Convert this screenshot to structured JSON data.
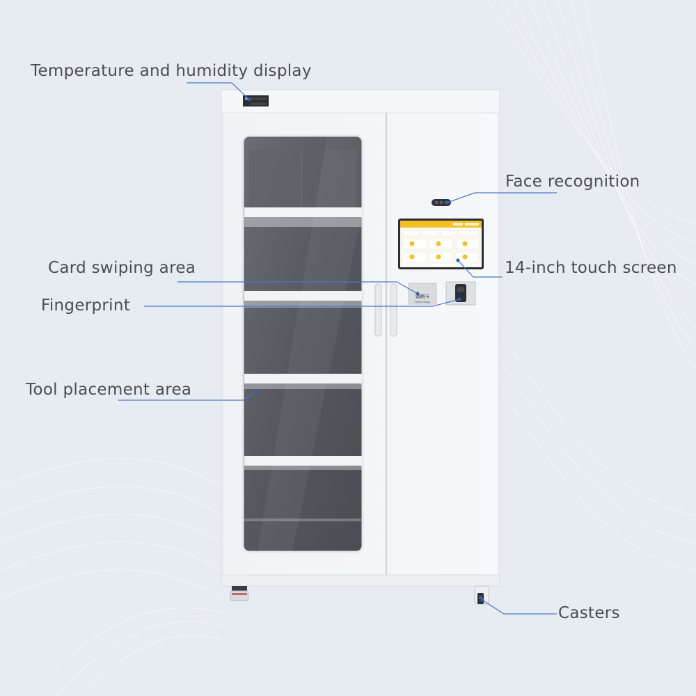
{
  "labels": {
    "temperature_humidity_display": "Temperature and humidity display",
    "face_recognition": "Face recognition",
    "card_swiping_area": "Card swiping area",
    "touch_screen": "14-inch touch screen",
    "fingerprint": "Fingerprint",
    "tool_placement_area": "Tool placement area",
    "casters": "Casters"
  },
  "card_reader": {
    "text_cn": "请刷卡",
    "text_en": "Please Swipe"
  },
  "colors": {
    "background": "#e7ebf2",
    "cabinet": "#f4f5f7",
    "glass": "#575a60",
    "screen_accent": "#f5c025",
    "leader_line": "#4a78c8",
    "label_text": "#4a4d55"
  }
}
